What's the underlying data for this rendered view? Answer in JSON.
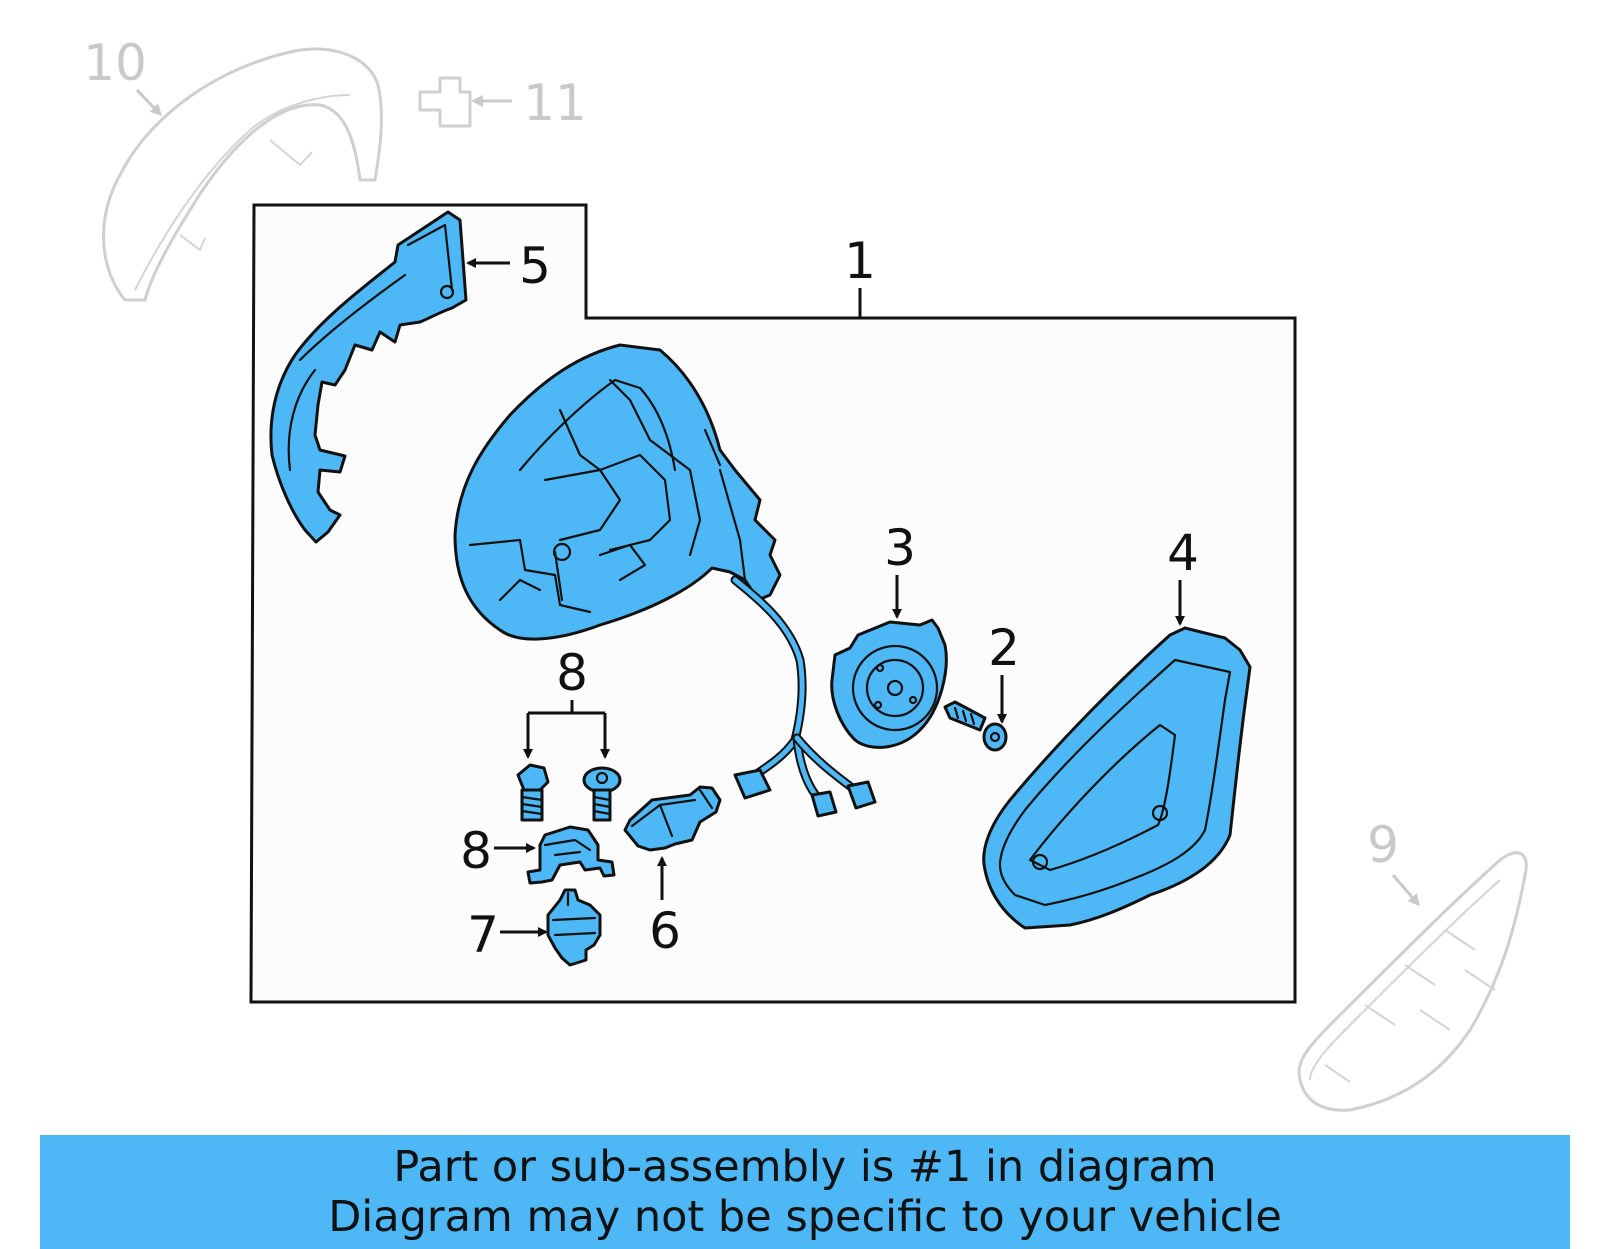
{
  "callouts": {
    "c1": "1",
    "c2": "2",
    "c3": "3",
    "c4": "4",
    "c5": "5",
    "c6": "6",
    "c7": "7",
    "c8a": "8",
    "c8b": "8",
    "c9": "9",
    "c10": "10",
    "c11": "11"
  },
  "banner": {
    "line1": "Part or sub-assembly is #1 in diagram",
    "line2": "Diagram may not be specific to your vehicle"
  },
  "colors": {
    "highlight": "#4db8f5",
    "outline": "#111111",
    "ghost": "#cfcfcf"
  }
}
